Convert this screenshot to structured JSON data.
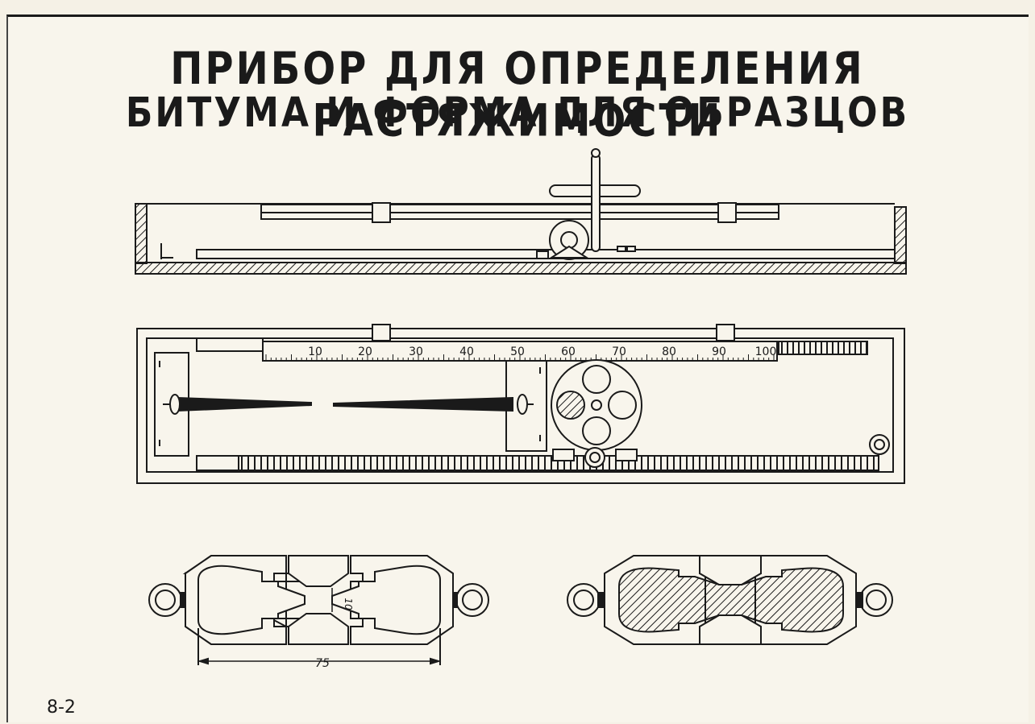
{
  "title": {
    "line1": "ПРИБОР ДЛЯ ОПРЕДЕЛЕНИЯ РАСТЯЖИМОСТИ",
    "line2": "БИТУМА И ФОРМА ДЛЯ ОБРАЗЦОВ"
  },
  "scale": {
    "labels": [
      "10",
      "20",
      "30",
      "40",
      "50",
      "60",
      "70",
      "80",
      "90",
      "100"
    ]
  },
  "mold": {
    "dim_width": "10",
    "dim_length": "75"
  },
  "sheet_number": "8-2"
}
